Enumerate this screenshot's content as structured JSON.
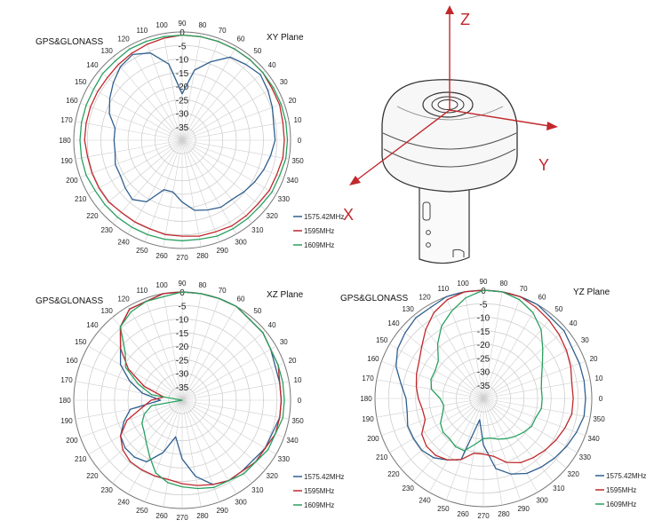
{
  "chart_data": [
    {
      "type": "polar-line",
      "title": "GPS&GLONASS",
      "plane": "XY Plane",
      "angle_labels": [
        "0",
        "10",
        "20",
        "30",
        "40",
        "50",
        "60",
        "70",
        "80",
        "90",
        "100",
        "110",
        "120",
        "130",
        "140",
        "150",
        "160",
        "170",
        "180",
        "190",
        "200",
        "210",
        "220",
        "230",
        "240",
        "250",
        "260",
        "270",
        "280",
        "290",
        "300",
        "310",
        "320",
        "330",
        "340",
        "350"
      ],
      "radial_labels": [
        "0",
        "-5",
        "-10",
        "-15",
        "-20",
        "-25",
        "-30",
        "-35"
      ],
      "rlim": [
        -35,
        0
      ],
      "colors": [
        "#2f5f8f",
        "#c0282c",
        "#28a060"
      ],
      "series": [
        {
          "name": "1575.42MHz",
          "r": [
            -5,
            -5,
            -4,
            -3,
            -2,
            -3,
            -4,
            -8,
            -12,
            -20,
            -10,
            -5,
            -3,
            -4,
            -6,
            -8,
            -10,
            -13,
            -13,
            -13,
            -12,
            -12,
            -11,
            -10,
            -12,
            -18,
            -18,
            -15,
            -12,
            -11,
            -10,
            -10,
            -9,
            -8,
            -7,
            -6
          ]
        },
        {
          "name": "1595MHz",
          "r": [
            -2,
            -2,
            -1.5,
            -1.5,
            -1,
            -1,
            -1,
            -1,
            -1,
            -1,
            -1.5,
            -2,
            -2.5,
            -3,
            -3.5,
            -3.5,
            -3.5,
            -3.5,
            -3.5,
            -4,
            -4,
            -4,
            -4,
            -4.5,
            -4.5,
            -4.5,
            -4,
            -4,
            -3.5,
            -3.5,
            -3,
            -3,
            -3,
            -2.5,
            -2.5,
            -2
          ]
        },
        {
          "name": "1609MHz",
          "r": [
            -1,
            -1,
            -1,
            -1,
            -1,
            -1,
            -1,
            -1,
            -1,
            -1,
            -1,
            -1,
            -1,
            -1.5,
            -1.5,
            -2,
            -2,
            -2,
            -2,
            -2,
            -2,
            -2.5,
            -2.5,
            -2.5,
            -2.5,
            -2.5,
            -2.5,
            -2.5,
            -2.5,
            -2,
            -2,
            -2,
            -2,
            -1.5,
            -1.5,
            -1
          ]
        }
      ]
    },
    {
      "type": "polar-line",
      "title": "GPS&GLONASS",
      "plane": "XZ Plane",
      "angle_labels": [
        "0",
        "10",
        "20",
        "30",
        "40",
        "50",
        "60",
        "70",
        "80",
        "90",
        "100",
        "110",
        "120",
        "130",
        "140",
        "150",
        "160",
        "170",
        "180",
        "190",
        "200",
        "210",
        "220",
        "230",
        "240",
        "250",
        "260",
        "270",
        "280",
        "290",
        "300",
        "310",
        "320",
        "330",
        "340",
        "350"
      ],
      "radial_labels": [
        "0",
        "-5",
        "-10",
        "-15",
        "-20",
        "-25",
        "-30",
        "-35"
      ],
      "rlim": [
        -35,
        0
      ],
      "colors": [
        "#2f5f8f",
        "#c0282c",
        "#28a060"
      ],
      "series": [
        {
          "name": "1575.42MHz",
          "r": [
            -3,
            -3,
            -3,
            -2,
            -1,
            -1,
            0,
            0,
            0,
            0,
            0,
            -1,
            -1,
            -4,
            -9,
            -12,
            -17,
            -22,
            -28,
            -18,
            -15,
            -12,
            -11,
            -11,
            -12,
            -17,
            -23,
            -16,
            -10,
            -6,
            -5,
            -5,
            -5,
            -4,
            -4,
            -3
          ]
        },
        {
          "name": "1595MHz",
          "r": [
            -3,
            -3,
            -2,
            -2,
            -1,
            -1,
            0,
            0,
            0,
            0,
            0,
            -1,
            -1,
            -4,
            -9,
            -15,
            -22,
            -29,
            -25,
            -22,
            -16,
            -12,
            -10,
            -9,
            -9,
            -9,
            -9,
            -8,
            -7,
            -6,
            -5,
            -5,
            -4,
            -4,
            -3,
            -3
          ]
        },
        {
          "name": "1609MHz",
          "r": [
            -2,
            -2,
            -2,
            -2,
            -1,
            -1,
            0,
            0,
            0,
            0,
            -1,
            -1,
            -2,
            -4,
            -11,
            -14,
            -20,
            -25,
            -35,
            -25,
            -22,
            -20,
            -19,
            -17,
            -14,
            -10,
            -8,
            -7,
            -6,
            -5,
            -5,
            -4,
            -4,
            -3,
            -3,
            -2
          ]
        }
      ]
    },
    {
      "type": "polar-line",
      "title": "GPS&GLONASS",
      "plane": "YZ Plane",
      "angle_labels": [
        "0",
        "10",
        "20",
        "30",
        "40",
        "50",
        "60",
        "70",
        "80",
        "90",
        "100",
        "110",
        "120",
        "130",
        "140",
        "150",
        "160",
        "170",
        "180",
        "190",
        "200",
        "210",
        "220",
        "230",
        "240",
        "250",
        "260",
        "270",
        "280",
        "290",
        "300",
        "310",
        "320",
        "330",
        "340",
        "350"
      ],
      "radial_labels": [
        "0",
        "-5",
        "-10",
        "-15",
        "-20",
        "-25",
        "-30",
        "-35"
      ],
      "rlim": [
        -35,
        0
      ],
      "colors": [
        "#2f5f8f",
        "#c0282c",
        "#28a060"
      ],
      "series": [
        {
          "name": "1575.42MHz",
          "r": [
            -2,
            -2,
            -2,
            -2,
            -1,
            -1,
            0,
            0,
            0,
            0,
            0,
            0,
            -1,
            -1,
            -2,
            -3,
            -5,
            -8,
            -10,
            -10,
            -9,
            -9,
            -9,
            -10,
            -12,
            -14,
            -28,
            -20,
            -12,
            -9,
            -7,
            -6,
            -5,
            -4,
            -3,
            -2
          ]
        },
        {
          "name": "1595MHz",
          "r": [
            -6,
            -6,
            -5,
            -4,
            -3,
            -2,
            -1,
            0,
            0,
            0,
            0,
            -1,
            -3,
            -6,
            -9,
            -11,
            -12,
            -13,
            -14,
            -15,
            -15,
            -12,
            -11,
            -11,
            -12,
            -14,
            -17,
            -17,
            -16,
            -13,
            -11,
            -10,
            -9,
            -8,
            -7,
            -6
          ]
        },
        {
          "name": "1609MHz",
          "r": [
            -16,
            -16,
            -15,
            -13,
            -10,
            -6,
            -3,
            -1,
            0,
            0,
            -2,
            -5,
            -8,
            -12,
            -16,
            -17,
            -17,
            -18,
            -21,
            -22,
            -21,
            -19,
            -18,
            -18,
            -17,
            -17,
            -20,
            -22,
            -22,
            -21,
            -20,
            -19,
            -18,
            -17,
            -17,
            -16
          ]
        }
      ]
    }
  ],
  "figure3d": {
    "axes": [
      "Z",
      "Y",
      "X"
    ],
    "axis_color": "#c0282c"
  }
}
